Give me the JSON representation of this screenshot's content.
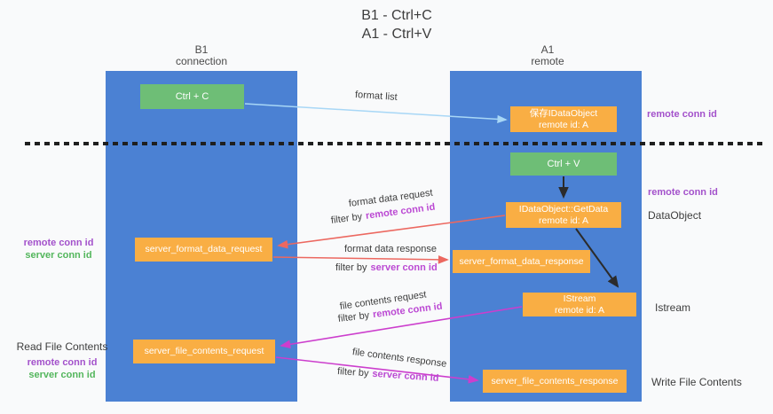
{
  "title": {
    "line1": "B1 - Ctrl+C",
    "line2": "A1 - Ctrl+V"
  },
  "columns": {
    "b1": {
      "name": "B1",
      "subtitle": "connection"
    },
    "a1": {
      "name": "A1",
      "subtitle": "remote"
    }
  },
  "nodes": {
    "ctrl_c": {
      "label": "Ctrl + C"
    },
    "ctrl_v": {
      "label": "Ctrl + V"
    },
    "save_dataobject": {
      "line1": "保存IDataObject",
      "line2": "remote id: A"
    },
    "getdata": {
      "line1": "IDataObject::GetData",
      "line2": "remote id: A"
    },
    "istream": {
      "line1": "IStream",
      "line2": "remote id: A"
    },
    "server_format_data_request": {
      "label": "server_format_data_request"
    },
    "server_format_data_response": {
      "label": "server_format_data_response"
    },
    "server_file_contents_request": {
      "label": "server_file_contents_request"
    },
    "server_file_contents_response": {
      "label": "server_file_contents_response"
    }
  },
  "side_labels": {
    "right_remote_conn_top": "remote conn id",
    "right_remote_conn_mid": "remote conn id",
    "right_dataobject": "DataObject",
    "right_istream": "Istream",
    "right_write_file": "Write File Contents",
    "left_remote_conn_1": "remote conn id",
    "left_server_conn_1": "server conn id",
    "left_read_file": "Read File Contents",
    "left_remote_conn_2": "remote conn id",
    "left_server_conn_2": "server conn id"
  },
  "arrows": {
    "format_list": {
      "text": "format list"
    },
    "format_data_request": {
      "text": "format data request",
      "filter_prefix": "filter by",
      "filter_key": "remote conn id"
    },
    "format_data_response": {
      "text": "format data response",
      "filter_prefix": "filter by",
      "filter_key": "server conn id"
    },
    "file_contents_request": {
      "text": "file contents request",
      "filter_prefix": "filter by",
      "filter_key": "remote conn id"
    },
    "file_contents_response": {
      "text": "file contents response",
      "filter_prefix": "filter by",
      "filter_key": "server conn id"
    }
  },
  "colors": {
    "bg": "#f9fafb",
    "column_blue": "#4b81d3",
    "box_orange": "#f9ae44",
    "box_green": "#6ebe76",
    "label_purple": "#a351cb",
    "label_green": "#53b65c",
    "filter_purple": "#bb49d3",
    "arrow_red": "#ec6860",
    "arrow_magenta": "#cc3ecd",
    "arrow_blue": "#a8d7f6",
    "arrow_black": "#2b2b2b"
  }
}
